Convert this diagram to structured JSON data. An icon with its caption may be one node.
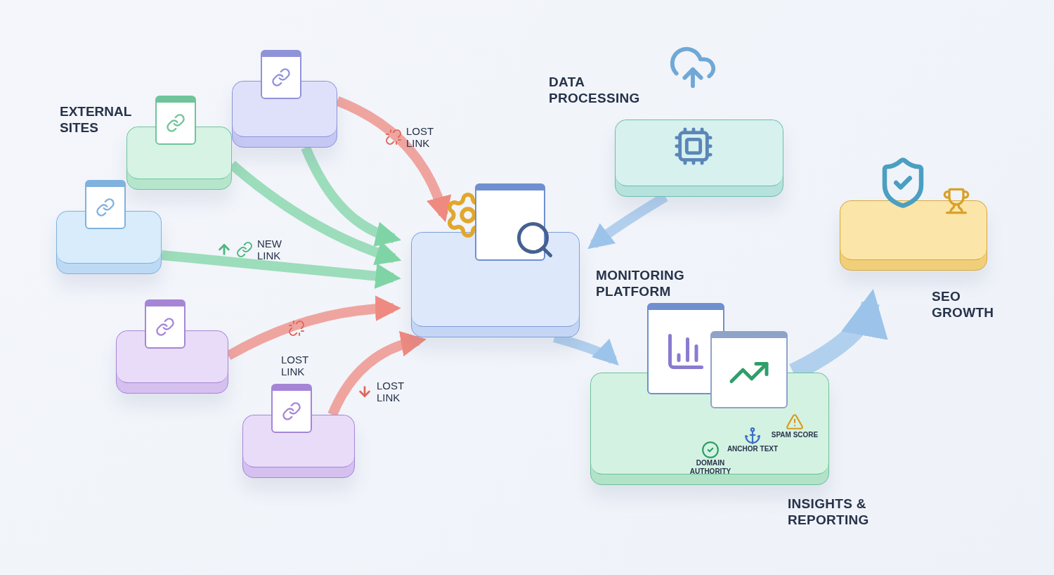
{
  "diagram": {
    "nodes": [
      {
        "text": [],
        "shape": "box"
      },
      {
        "text": [],
        "shape": "box"
      },
      {
        "text": [],
        "shape": "box"
      },
      {
        "text": [],
        "shape": "box"
      },
      {
        "text": [],
        "shape": "box"
      },
      {
        "text": [
          "MONITORING PLATFORM"
        ]
      },
      {
        "text": [
          "DATA PROCESSING"
        ]
      },
      {
        "text": [
          "INSIGHTS & REPORTING",
          "DOMAIN AUTHORITY",
          "ANCHOR TEXT",
          "SPAM SCORE"
        ]
      },
      {
        "text": [
          "SEO GROWTH"
        ]
      }
    ],
    "edges": [
      {
        "from": 0,
        "to": 5,
        "arrow": "to",
        "label": "LOST LINK",
        "color": "#ee8a80"
      },
      {
        "from": 0,
        "to": 5,
        "arrow": "to",
        "color": "#7fd4a6"
      },
      {
        "from": 1,
        "to": 5,
        "arrow": "to",
        "color": "#7fd4a6"
      },
      {
        "from": 2,
        "to": 5,
        "arrow": "to",
        "label": "NEW LINK",
        "color": "#7fd4a6"
      },
      {
        "from": 3,
        "to": 5,
        "arrow": "to",
        "label": "LOST LINK",
        "color": "#ee8a80"
      },
      {
        "from": 4,
        "to": 5,
        "arrow": "to",
        "label": "LOST LINK",
        "color": "#ee8a80"
      },
      {
        "from": 6,
        "to": 5,
        "arrow": "to",
        "color": "#9cc4ea"
      },
      {
        "from": 5,
        "to": 7,
        "arrow": "to",
        "color": "#9cc4ea"
      },
      {
        "from": 7,
        "to": 8,
        "arrow": "to",
        "style": "thick",
        "color": "#9cc4ea"
      }
    ],
    "labels": [
      "EXTERNAL SITES"
    ]
  }
}
